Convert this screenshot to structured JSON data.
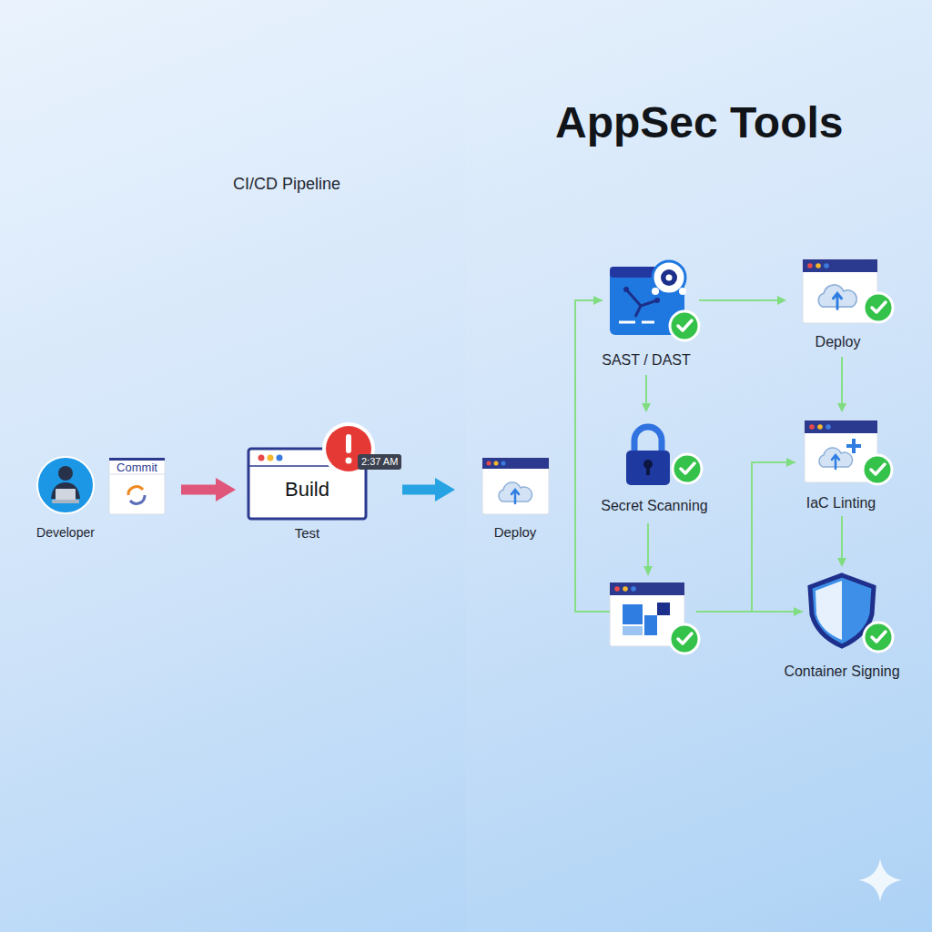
{
  "diagram": {
    "title": "AppSec Tools",
    "nodes": [
      {
        "text": [
          "Developer"
        ]
      },
      {
        "text": [
          "Commit"
        ]
      },
      {
        "text": [
          "Build",
          "Test"
        ]
      },
      {
        "text": [
          "Deploy"
        ]
      },
      {
        "text": [
          "SAST / DAST"
        ]
      },
      {
        "text": [
          "Deploy"
        ]
      },
      {
        "text": [
          "Secret Scanning"
        ]
      },
      {
        "text": [
          "IaC Linting"
        ]
      },
      {
        "text": [
          "Container Signing"
        ]
      }
    ],
    "edges": [
      {
        "from": 1,
        "to": 2,
        "arrow": "to"
      },
      {
        "from": 2,
        "to": 3,
        "arrow": "to"
      },
      {
        "from": 4,
        "to": 5,
        "arrow": "to"
      },
      {
        "from": 4,
        "to": 6,
        "arrow": "to"
      },
      {
        "from": 5,
        "to": 7,
        "arrow": "to"
      },
      {
        "from": 7,
        "to": 8,
        "arrow": "to"
      }
    ],
    "labels": [
      "CI/CD Pipeline",
      "2:37 AM"
    ]
  }
}
